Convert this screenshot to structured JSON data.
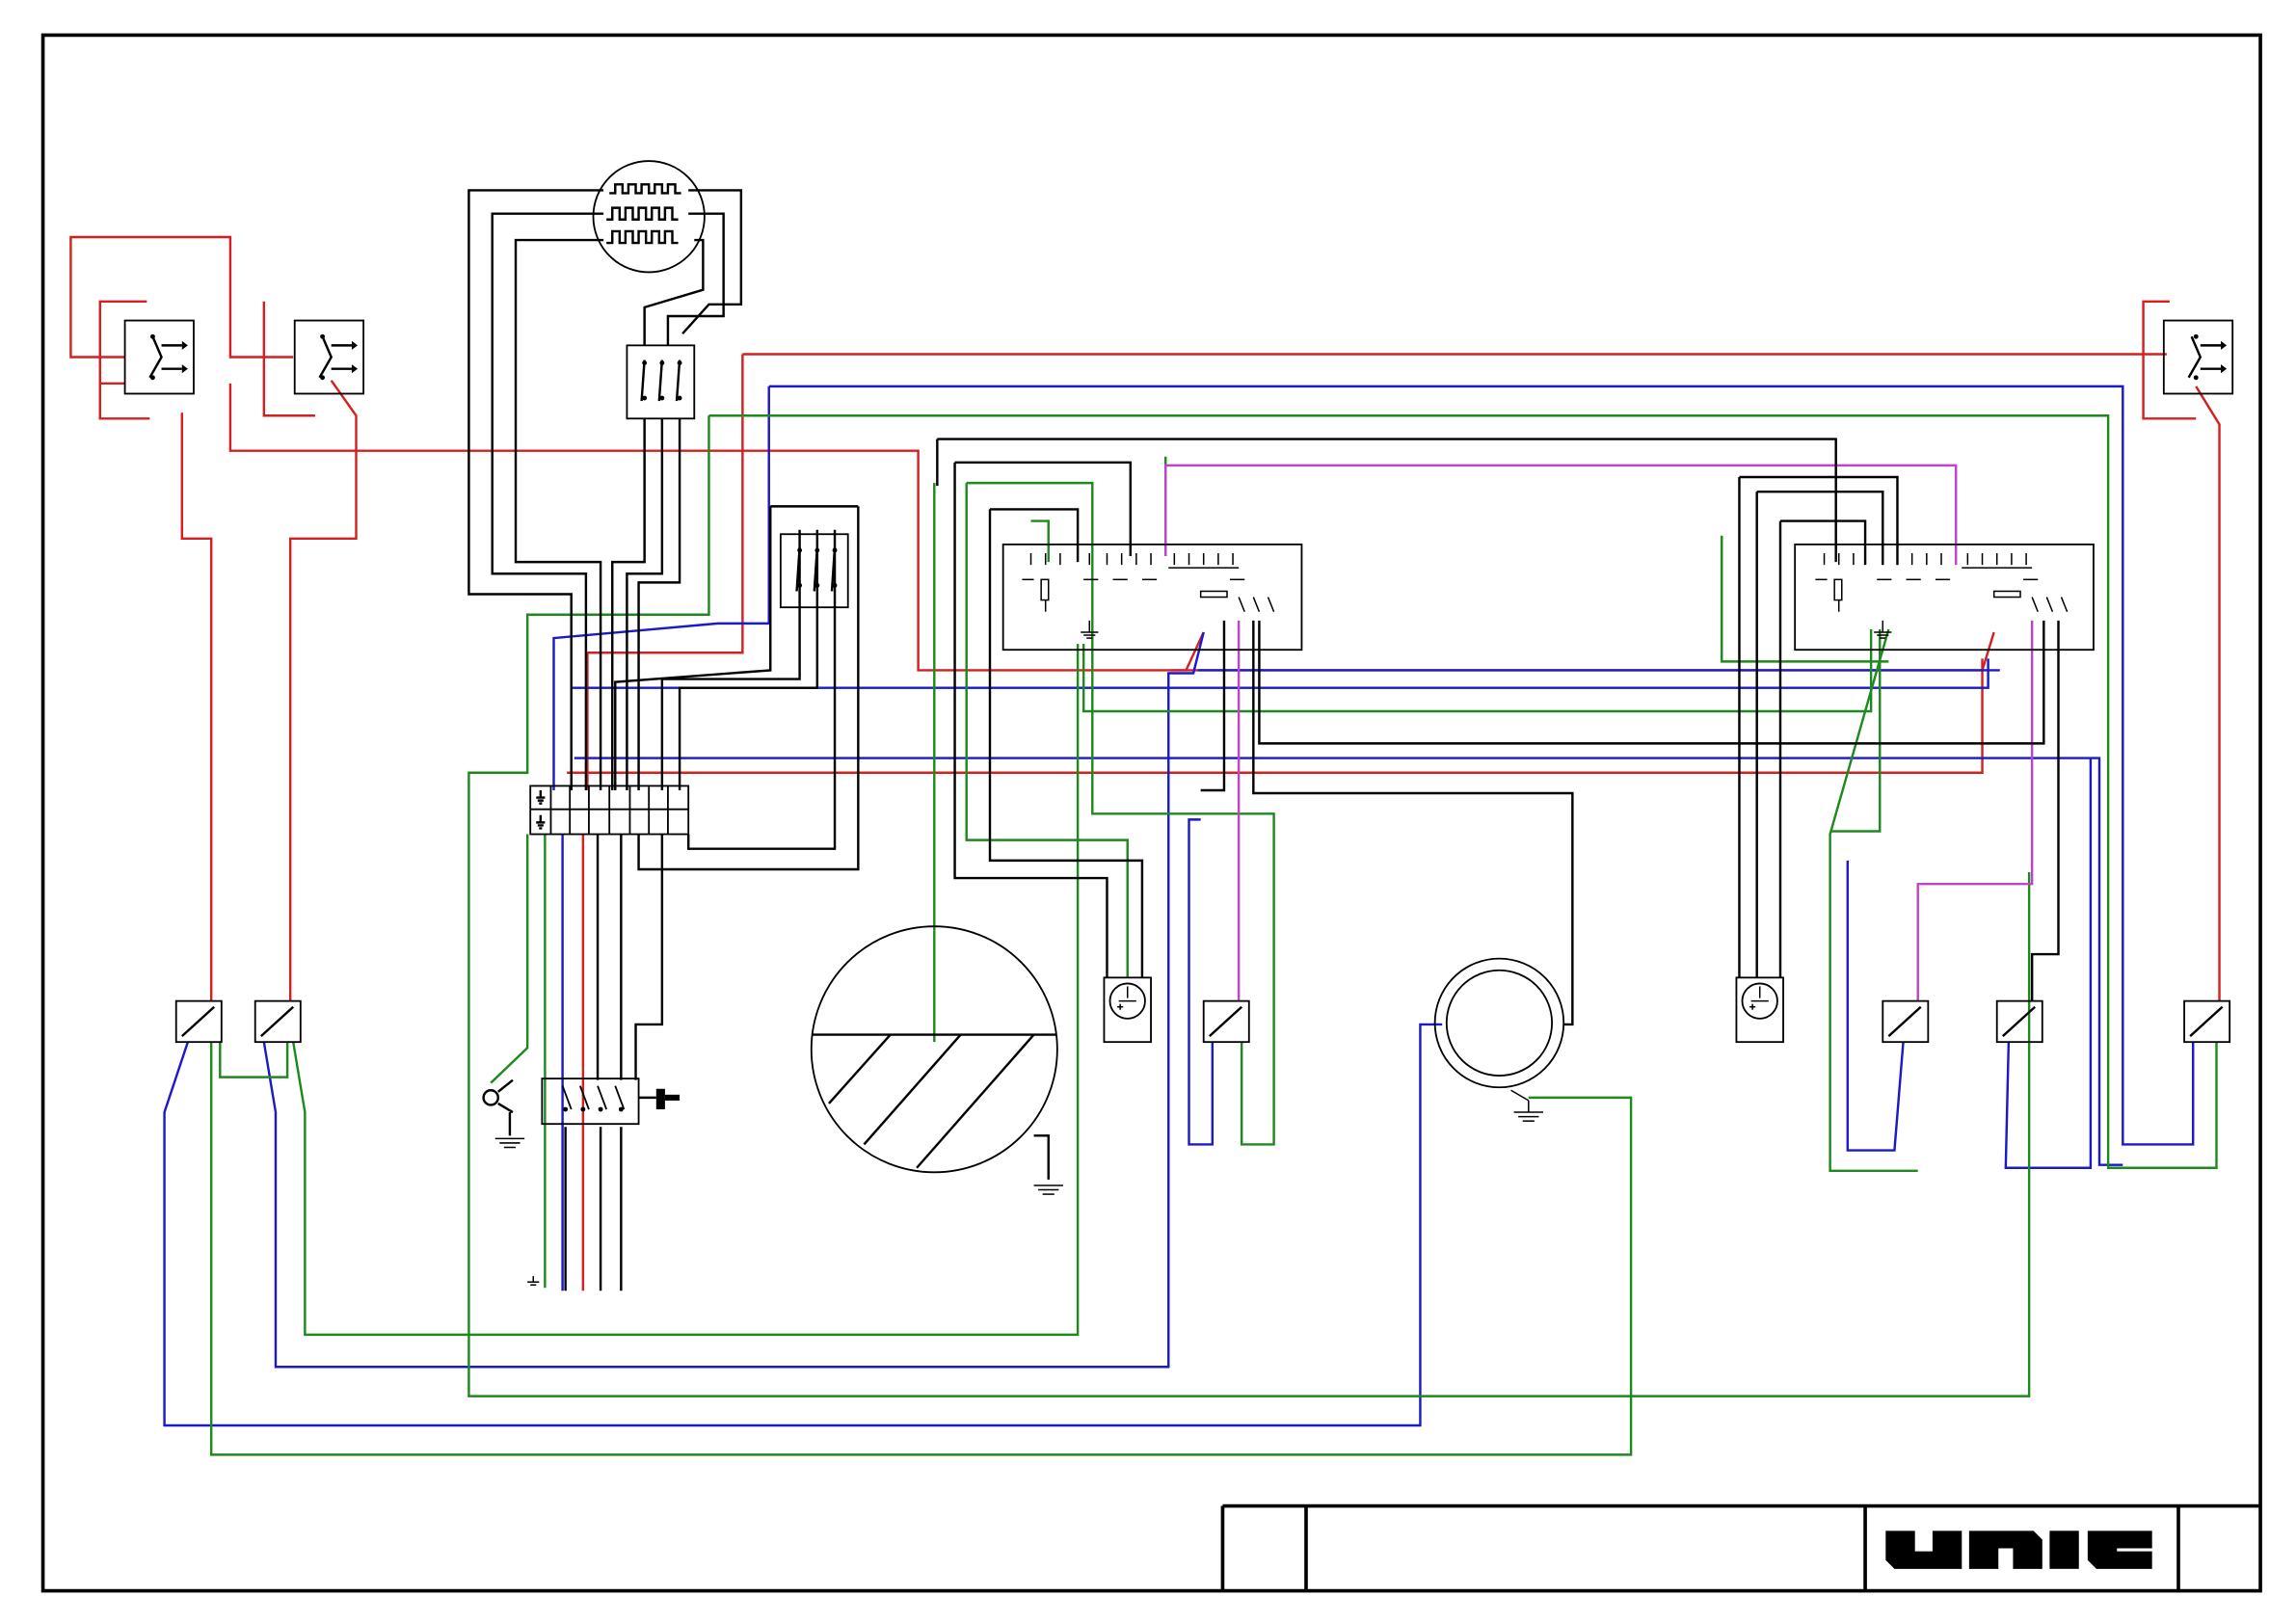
{
  "title_block": {
    "logo_text": "UNIC"
  },
  "colors": {
    "red_wire": "#d42020",
    "blue_wire": "#1a1ac8",
    "green_wire": "#1e8a1e",
    "black_wire": "#000000",
    "magenta_wire": "#c044c8"
  },
  "components": [
    "selector-switch-left-1",
    "selector-switch-left-2",
    "selector-switch-right",
    "heating-element",
    "triple-switch-top",
    "triple-switch-middle",
    "terminal-block",
    "control-board-left",
    "control-board-right",
    "pump-motor",
    "boiler-tank",
    "solenoid-valve-1",
    "solenoid-valve-2",
    "solenoid-valve-3",
    "solenoid-valve-4",
    "solenoid-valve-5",
    "solenoid-valve-6",
    "flowmeter-left",
    "flowmeter-right",
    "main-power-switch",
    "level-probe"
  ]
}
